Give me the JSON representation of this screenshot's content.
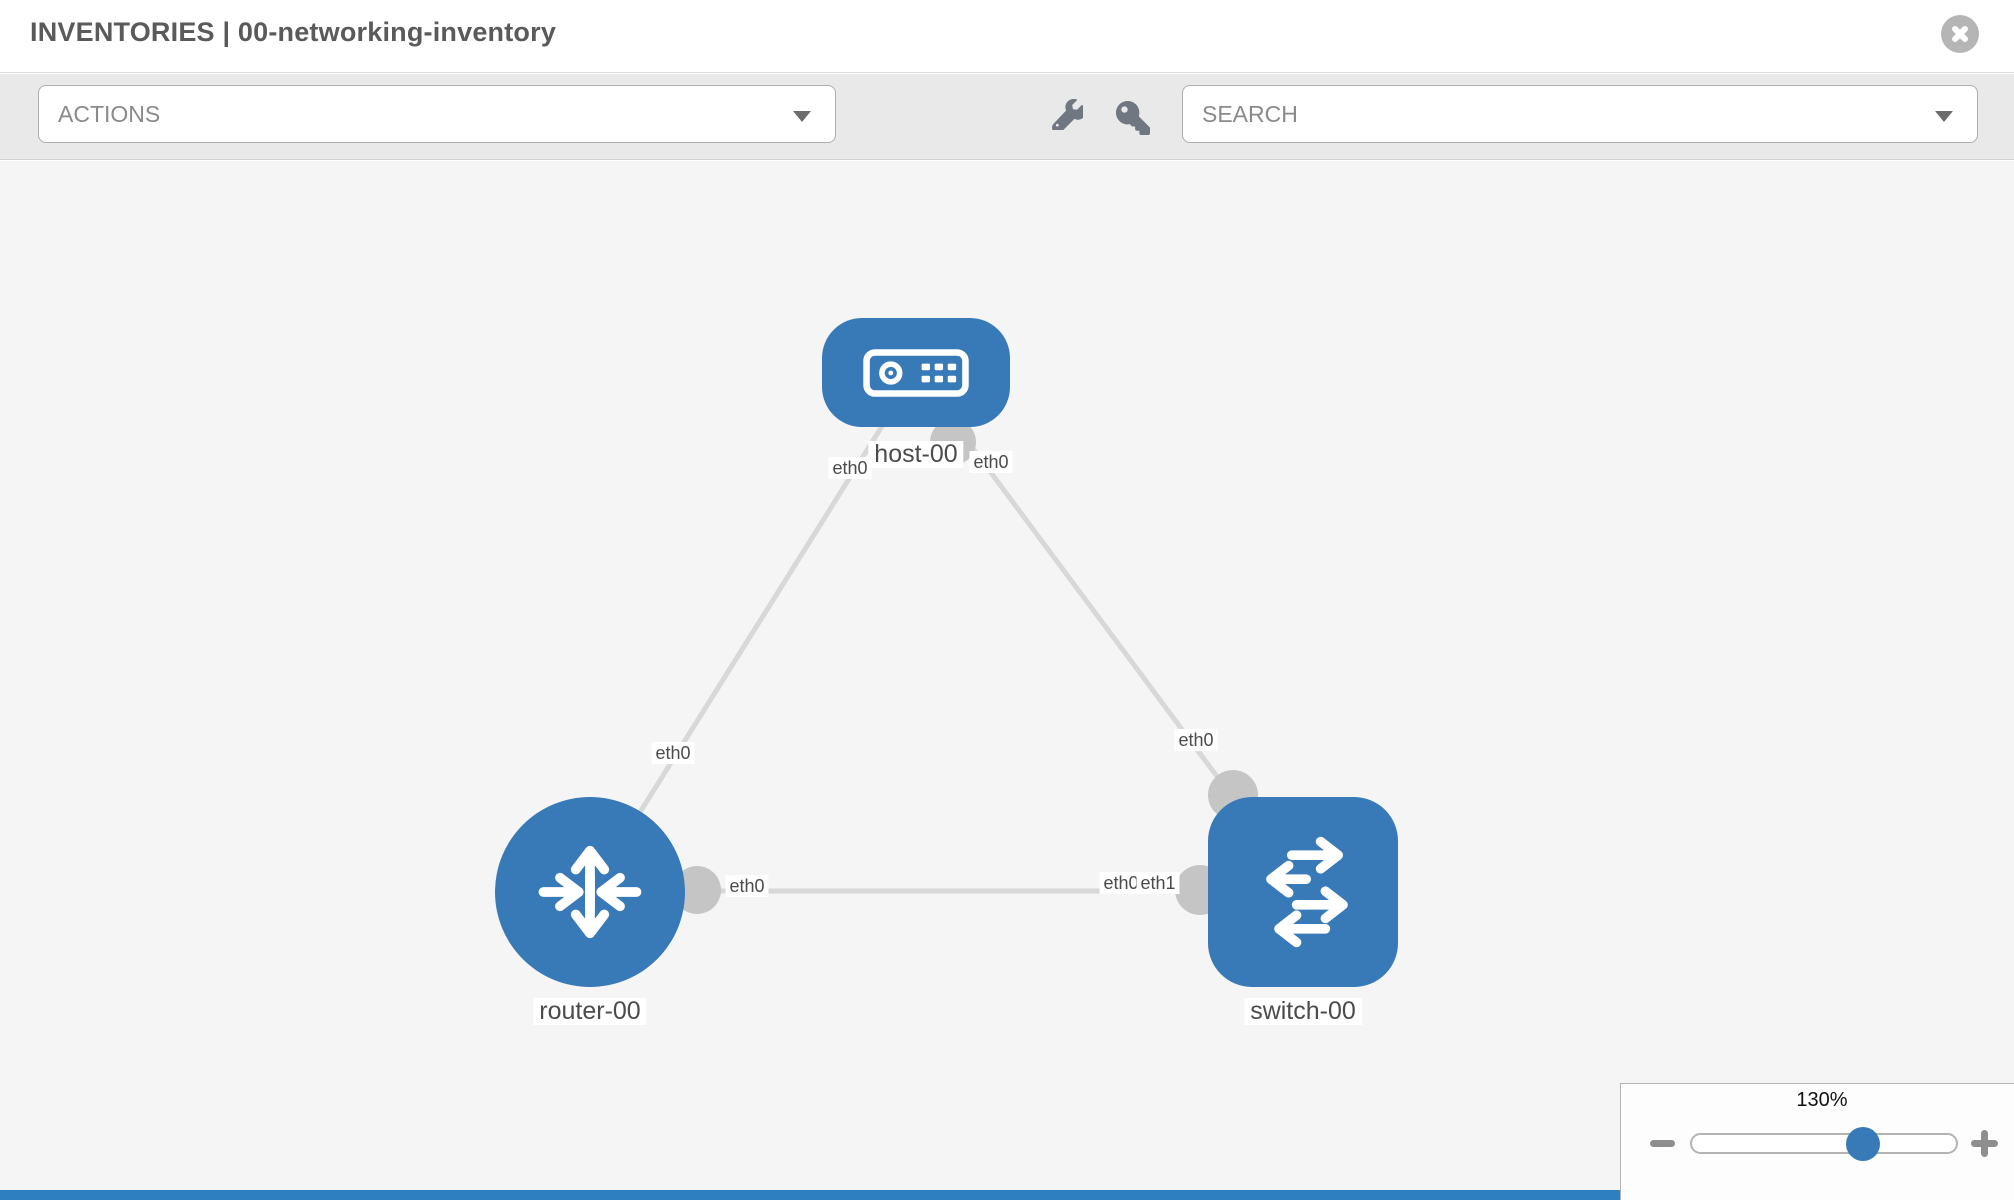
{
  "header": {
    "title": "INVENTORIES | 00-networking-inventory"
  },
  "toolbar": {
    "actions_label": "ACTIONS",
    "search_placeholder": "SEARCH",
    "icons": [
      "wrench-icon",
      "key-icon"
    ]
  },
  "zoom_control": {
    "level": "130%",
    "minus_icon": "minus",
    "plus_icon": "plus"
  },
  "colors": {
    "node_blue": "#3879b8",
    "link_gray": "#d8d8d8",
    "connector_gray": "#c5c5c5",
    "canvas_bg": "#f5f5f5",
    "toolbar_bg": "#e9e9e9",
    "bottom_bar_blue": "#2e7fc0"
  },
  "topology": {
    "nodes": [
      {
        "label": "host-00",
        "type": "host",
        "icon": "server-icon"
      },
      {
        "label": "router-00",
        "type": "router",
        "icon": "router-arrows-icon"
      },
      {
        "label": "switch-00",
        "type": "switch",
        "icon": "switch-arrows-icon"
      }
    ],
    "links": [
      {
        "from": "host-00",
        "to": "router-00",
        "from_interface": "eth0",
        "to_interface": "eth0"
      },
      {
        "from": "host-00",
        "to": "switch-00",
        "from_interface": "eth0",
        "to_interface": "eth0"
      },
      {
        "from": "router-00",
        "to": "switch-00",
        "from_interface": "eth0",
        "to_interface": "eth1"
      }
    ],
    "iface_labels": [
      {
        "text": "eth0"
      },
      {
        "text": "eth0"
      },
      {
        "text": "eth0"
      },
      {
        "text": "eth0"
      },
      {
        "text": "eth0"
      },
      {
        "text": "eth0"
      },
      {
        "text": "eth1"
      }
    ]
  }
}
